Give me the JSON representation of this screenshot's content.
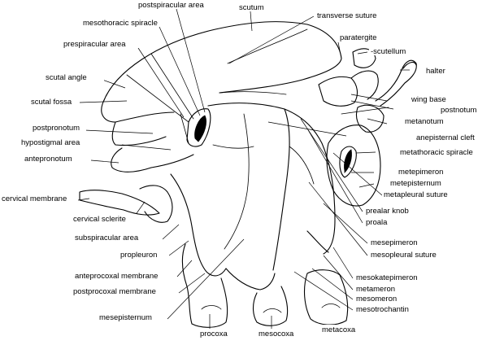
{
  "labels": {
    "postspiracular_area": "postspiracular area",
    "scutum": "scutum",
    "mesothoracic_spiracle": "mesothoracic spiracle",
    "transverse_suture": "transverse suture",
    "prespiracular_area": "prespiracular area",
    "paratergite": "paratergite",
    "scutellum": "-scutellum",
    "halter": "halter",
    "scutal_angle": "scutal angle",
    "wing_base": "wing base",
    "scutal_fossa": "scutal fossa",
    "postnotum": "postnotum",
    "metanotum": "metanotum",
    "postpronotum": "postpronotum",
    "anepisternal_cleft": "anepisternal cleft",
    "hypostigmal_area": "hypostigmal area",
    "metathoracic_spiracle": "metathoracic spiracle",
    "antepronotum": "antepronotum",
    "metepimeron": "metepimeron",
    "metepisternum": "metepisternum",
    "metapleural_suture": "metapleural suture",
    "cervical_membrane": "cervical membrane",
    "prealar_knob": "prealar knob",
    "cervical_sclerite": "cervical sclerite",
    "proala": "proala",
    "subspiracular_area": "subspiracular area",
    "mesepimeron": "mesepimeron",
    "mesopleural_suture": "mesopleural suture",
    "propleuron": "propleuron",
    "anteprocoxal_membrane": "anteprocoxal membrane",
    "mesokatepimeron": "mesokatepimeron",
    "postprocoxal_membrane": "postprocoxal membrane",
    "metameron": "metameron",
    "mesomeron": "mesomeron",
    "mesotrochantin": "mesotrochantin",
    "mesepisternum": "mesepisternum",
    "metacoxa": "metacoxa",
    "procoxa": "procoxa",
    "mesocoxa": "mesocoxa"
  }
}
